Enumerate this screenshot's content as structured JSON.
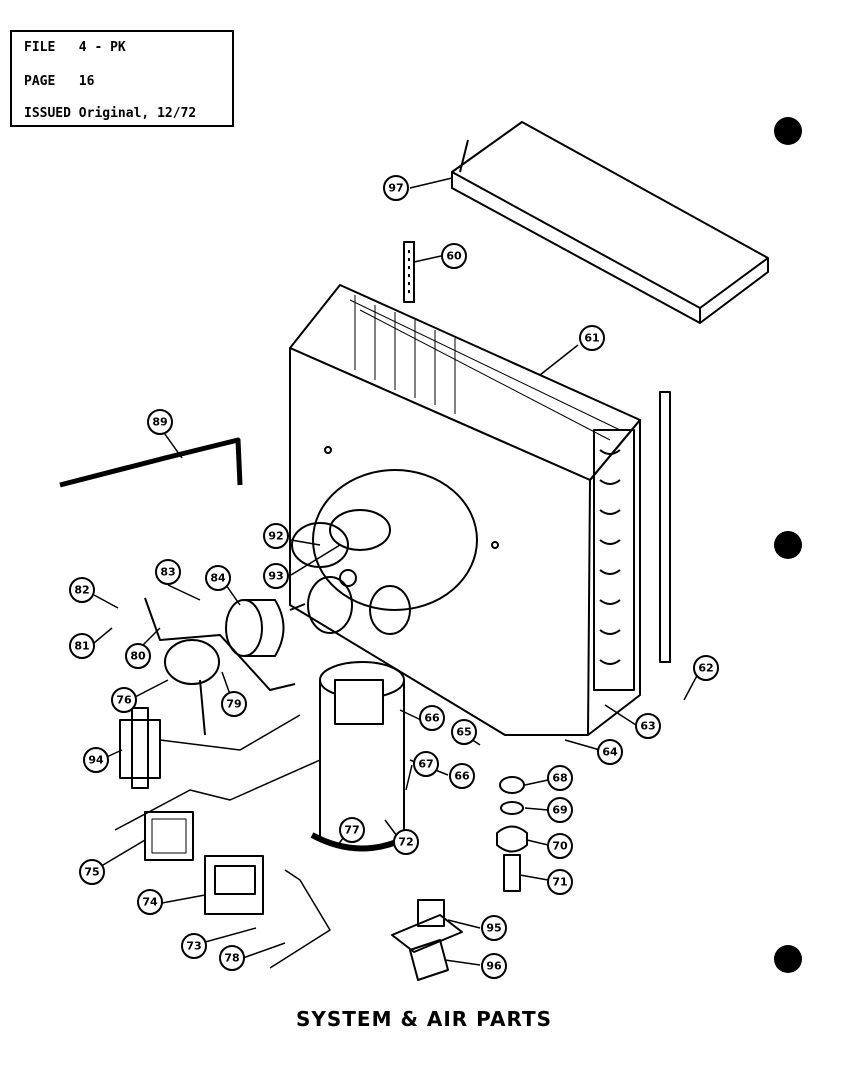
{
  "header": {
    "file_label": "FILE",
    "file_value": "4 - PK",
    "page_label": "PAGE",
    "page_value": "16",
    "issued_label": "ISSUED",
    "issued_value": "Original, 12/72"
  },
  "title": "SYSTEM & AIR PARTS",
  "callouts": [
    "97",
    "60",
    "61",
    "89",
    "92",
    "93",
    "83",
    "84",
    "82",
    "81",
    "80",
    "76",
    "79",
    "62",
    "63",
    "64",
    "65",
    "66",
    "66",
    "94",
    "67",
    "68",
    "69",
    "70",
    "71",
    "72",
    "77",
    "75",
    "74",
    "73",
    "78",
    "95",
    "96"
  ]
}
